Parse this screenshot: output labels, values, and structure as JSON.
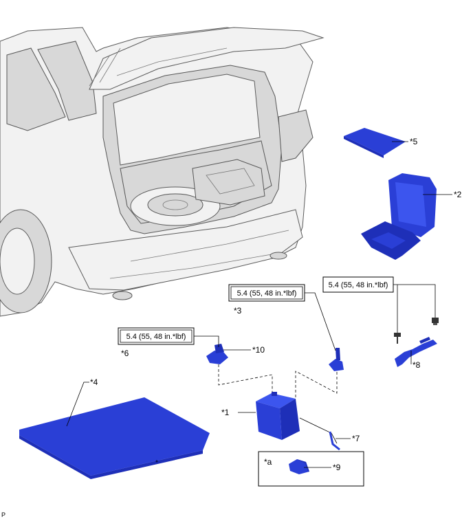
{
  "labels": {
    "p1": "*1",
    "p2": "*2",
    "p3": "*3",
    "p4": "*4",
    "p5": "*5",
    "p6": "*6",
    "p7": "*7",
    "p8": "*8",
    "p9": "*9",
    "p10": "*10",
    "a": "*a"
  },
  "torque": {
    "left": "5.4 (55, 48 in.*lbf)",
    "middle": "5.4 (55, 48 in.*lbf)",
    "right": "5.4 (55, 48 in.*lbf)"
  },
  "corner_mark": "P",
  "colors": {
    "part_blue": "#2a3fd6",
    "part_blue_dark": "#1e2fb8",
    "car_gray": "#f2f2f2"
  }
}
